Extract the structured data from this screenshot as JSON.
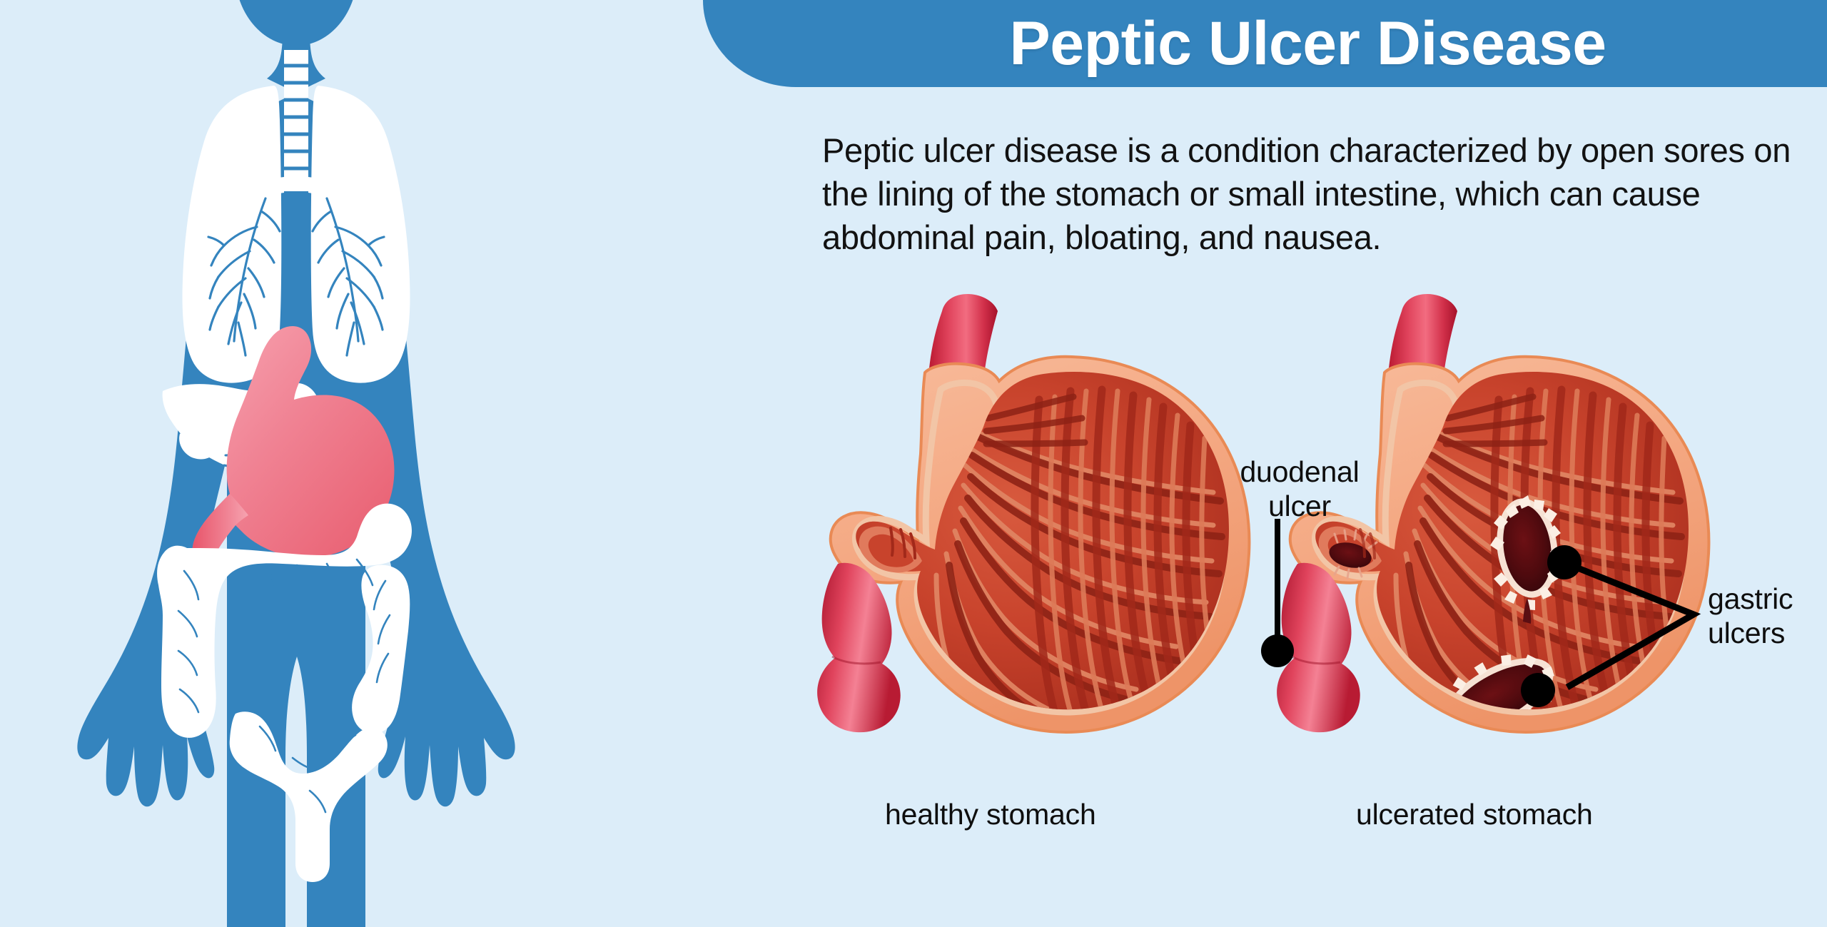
{
  "header": {
    "title": "Peptic Ulcer Disease",
    "banner_color": "#3484BE",
    "title_color": "#FFFFFF"
  },
  "background_color": "#DCEDF9",
  "description": {
    "text": "Peptic ulcer disease is a condition characterized by open sores on the lining of the stomach or small intestine, which can cause abdominal pain, bloating, and nausea.",
    "color": "#121212"
  },
  "anatomy_panel": {
    "silhouette_label": "human-torso-silhouette",
    "silhouette_color": "#3484BE",
    "organ_color": "#FFFFFF",
    "stomach_color": "#EE6F7E",
    "organs": [
      "trachea",
      "left-lung",
      "right-lung",
      "liver",
      "gallbladder",
      "stomach",
      "large-intestine",
      "small-intestine"
    ]
  },
  "figures": [
    {
      "id": "healthy-stomach",
      "caption": "healthy stomach",
      "has_ulcers": false,
      "parts": [
        "esophagus",
        "stomach-wall",
        "rugae",
        "pylorus",
        "duodenum"
      ]
    },
    {
      "id": "ulcerated-stomach",
      "caption": "ulcerated stomach",
      "has_ulcers": true,
      "parts": [
        "esophagus",
        "stomach-wall",
        "rugae",
        "pylorus",
        "duodenum"
      ],
      "lesions": [
        {
          "name": "duodenal-ulcer",
          "count": 1
        },
        {
          "name": "gastric-ulcer-upper",
          "count": 1
        },
        {
          "name": "gastric-ulcer-lower",
          "count": 1
        }
      ]
    }
  ],
  "callouts": [
    {
      "id": "duodenal-ulcer",
      "label_line1": "duodenal",
      "label_line2": "ulcer",
      "leader": "vertical-line-with-dot"
    },
    {
      "id": "gastric-ulcers",
      "label_line1": "gastric",
      "label_line2": "ulcers",
      "leader": "two-line-fork-with-dots"
    }
  ],
  "palette": {
    "background": "#DCEDF9",
    "brand_blue": "#3484BE",
    "stomach_wall": "#F4A882",
    "stomach_wall_edge": "#E98A55",
    "rugae_dark": "#A72718",
    "rugae_mid": "#C8432C",
    "rugae_light": "#E07A5C",
    "esophagus": "#D93950",
    "ulcer_dark": "#5B0E12",
    "ulcer_rim": "#F6E2D4",
    "label_black": "#0E0E0E"
  }
}
